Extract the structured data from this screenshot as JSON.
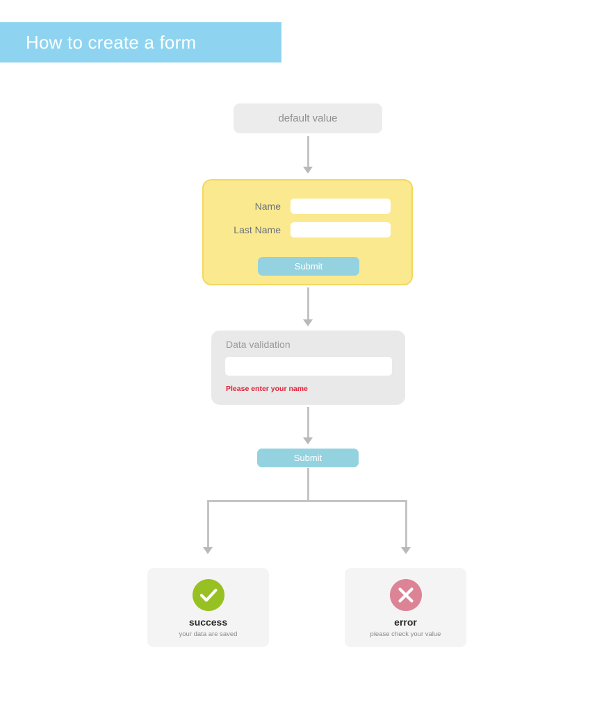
{
  "header": {
    "title": "How to create a form",
    "background_color": "#8ed4f0",
    "text_color": "#ffffff"
  },
  "flow": {
    "default_value": {
      "label": "default value",
      "background_color": "#ececec",
      "text_color": "#8f8f8f"
    },
    "form_card": {
      "background_color": "#fbe98f",
      "border_color": "#f3d85f",
      "fields": [
        {
          "label": "Name",
          "value": "",
          "placeholder": ""
        },
        {
          "label": "Last Name",
          "value": "",
          "placeholder": ""
        }
      ],
      "submit_label": "Submit",
      "submit_color": "#94d2e0"
    },
    "validation_card": {
      "title": "Data validation",
      "input_value": "",
      "input_placeholder": "",
      "error_message": "Please enter your name",
      "error_color": "#e2213a",
      "background_color": "#e9e9e9"
    },
    "standalone_submit": {
      "label": "Submit",
      "color": "#94d2e0"
    },
    "results": {
      "success": {
        "icon": "check-circle-icon",
        "icon_color": "#97c122",
        "title": "success",
        "subtitle": "your data are saved"
      },
      "error": {
        "icon": "x-circle-icon",
        "icon_color": "#dd8396",
        "title": "error",
        "subtitle": "please check your value"
      }
    }
  },
  "connectors": {
    "arrow_color": "#c4c4c4"
  }
}
